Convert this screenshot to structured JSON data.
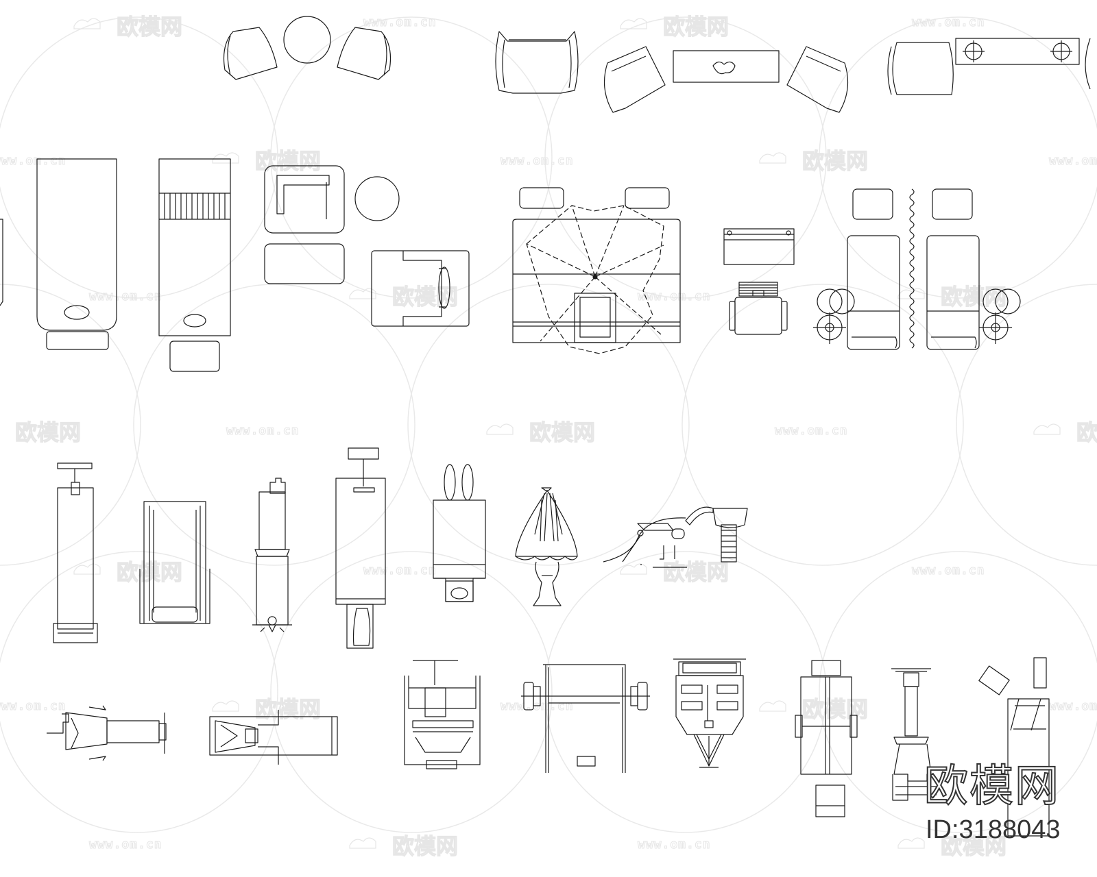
{
  "watermark": {
    "logo_text": "欧模网",
    "url_text": "www.om.cn",
    "color": "#e6e6e6"
  },
  "brand": {
    "logo_text": "欧模网",
    "id_text": "ID:3188043",
    "color": "#333333"
  },
  "drawing": {
    "line_color": "#1a1a1a",
    "background": "#ffffff"
  }
}
